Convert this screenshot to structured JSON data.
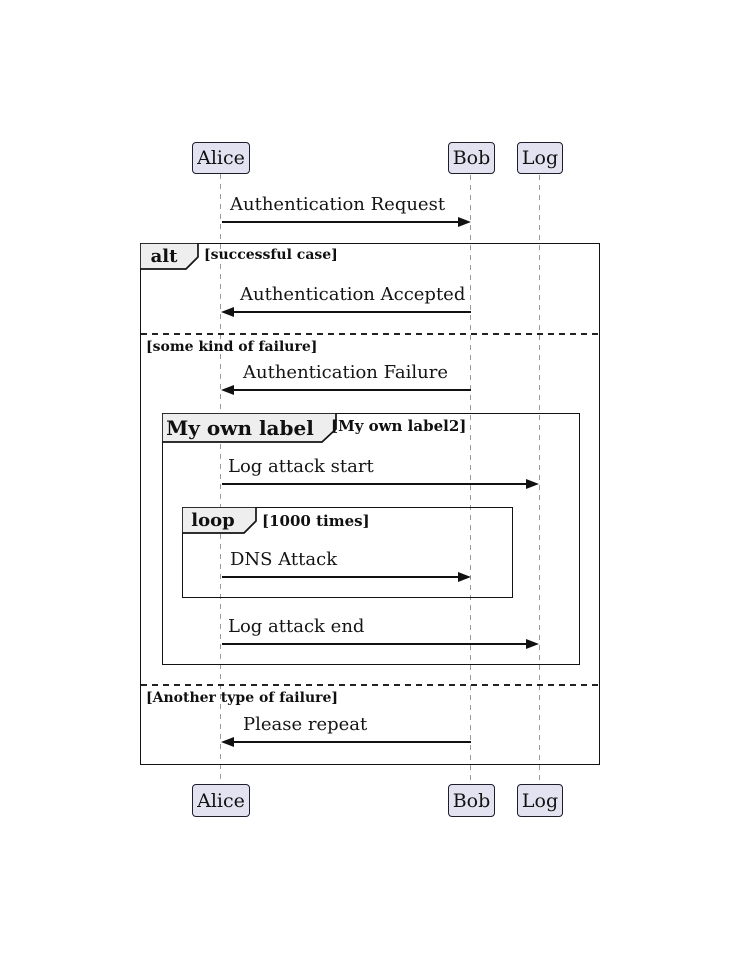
{
  "diagram": {
    "type": "uml-sequence-diagram",
    "participants": [
      {
        "name": "Alice"
      },
      {
        "name": "Bob"
      },
      {
        "name": "Log"
      }
    ],
    "messages": [
      {
        "label": "Authentication Request",
        "from": "Alice",
        "to": "Bob",
        "direction": "right"
      },
      {
        "label": "Authentication Accepted",
        "from": "Bob",
        "to": "Alice",
        "direction": "left"
      },
      {
        "label": "Authentication Failure",
        "from": "Bob",
        "to": "Alice",
        "direction": "left"
      },
      {
        "label": "Log attack start",
        "from": "Alice",
        "to": "Log",
        "direction": "right"
      },
      {
        "label": "DNS Attack",
        "from": "Alice",
        "to": "Bob",
        "direction": "right"
      },
      {
        "label": "Log attack end",
        "from": "Alice",
        "to": "Log",
        "direction": "right"
      },
      {
        "label": "Please repeat",
        "from": "Bob",
        "to": "Alice",
        "direction": "left"
      }
    ],
    "frames": {
      "alt": {
        "keyword": "alt",
        "sections": [
          {
            "condition": "[successful case]"
          },
          {
            "condition": "[some kind of failure]"
          },
          {
            "condition": "[Another type of failure]"
          }
        ]
      },
      "group": {
        "keyword": "My own label",
        "condition": "[My own label2]"
      },
      "loop": {
        "keyword": "loop",
        "condition": "[1000 times]"
      }
    },
    "colors": {
      "participant_fill": "#E2E2F0",
      "participant_border": "#181818",
      "frame_border": "#131313",
      "frame_tab_fill": "#EEEEEE",
      "lifeline": "#9A9A9A",
      "message": "#111111",
      "background": "#FFFFFF"
    }
  }
}
